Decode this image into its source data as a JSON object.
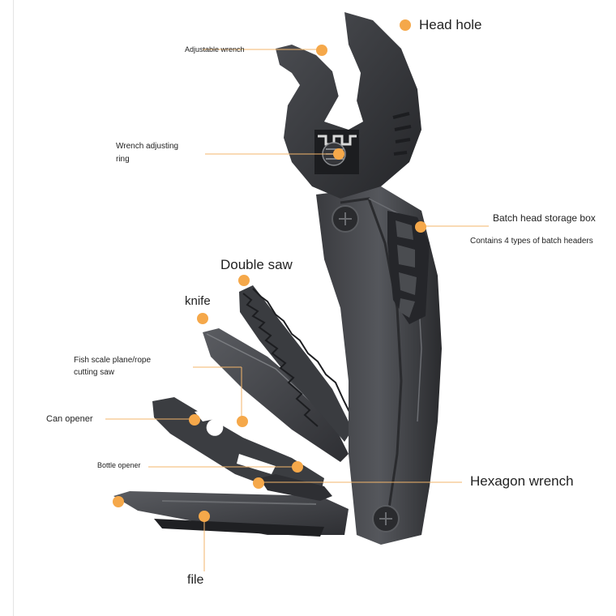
{
  "labels": {
    "head_hole": "Head hole",
    "adjustable_wrench": "Adjustable wrench",
    "wrench_adjusting_ring_1": "Wrench adjusting",
    "wrench_adjusting_ring_2": "ring",
    "batch_head_storage_box": "Batch head storage box",
    "batch_headers_note": "Contains 4 types of batch headers",
    "double_saw": "Double saw",
    "knife": "knife",
    "fish_scale_1": "Fish scale plane/rope",
    "fish_scale_2": "cutting saw",
    "can_opener": "Can opener",
    "bottle_opener": "Bottle opener",
    "hexagon_wrench": "Hexagon wrench",
    "file": "file"
  },
  "colors": {
    "dot": "#f5a84a",
    "line": "#f3b56b",
    "tool_dark": "#2c2d30",
    "tool_mid": "#45474b",
    "tool_light": "#6b6d72"
  }
}
